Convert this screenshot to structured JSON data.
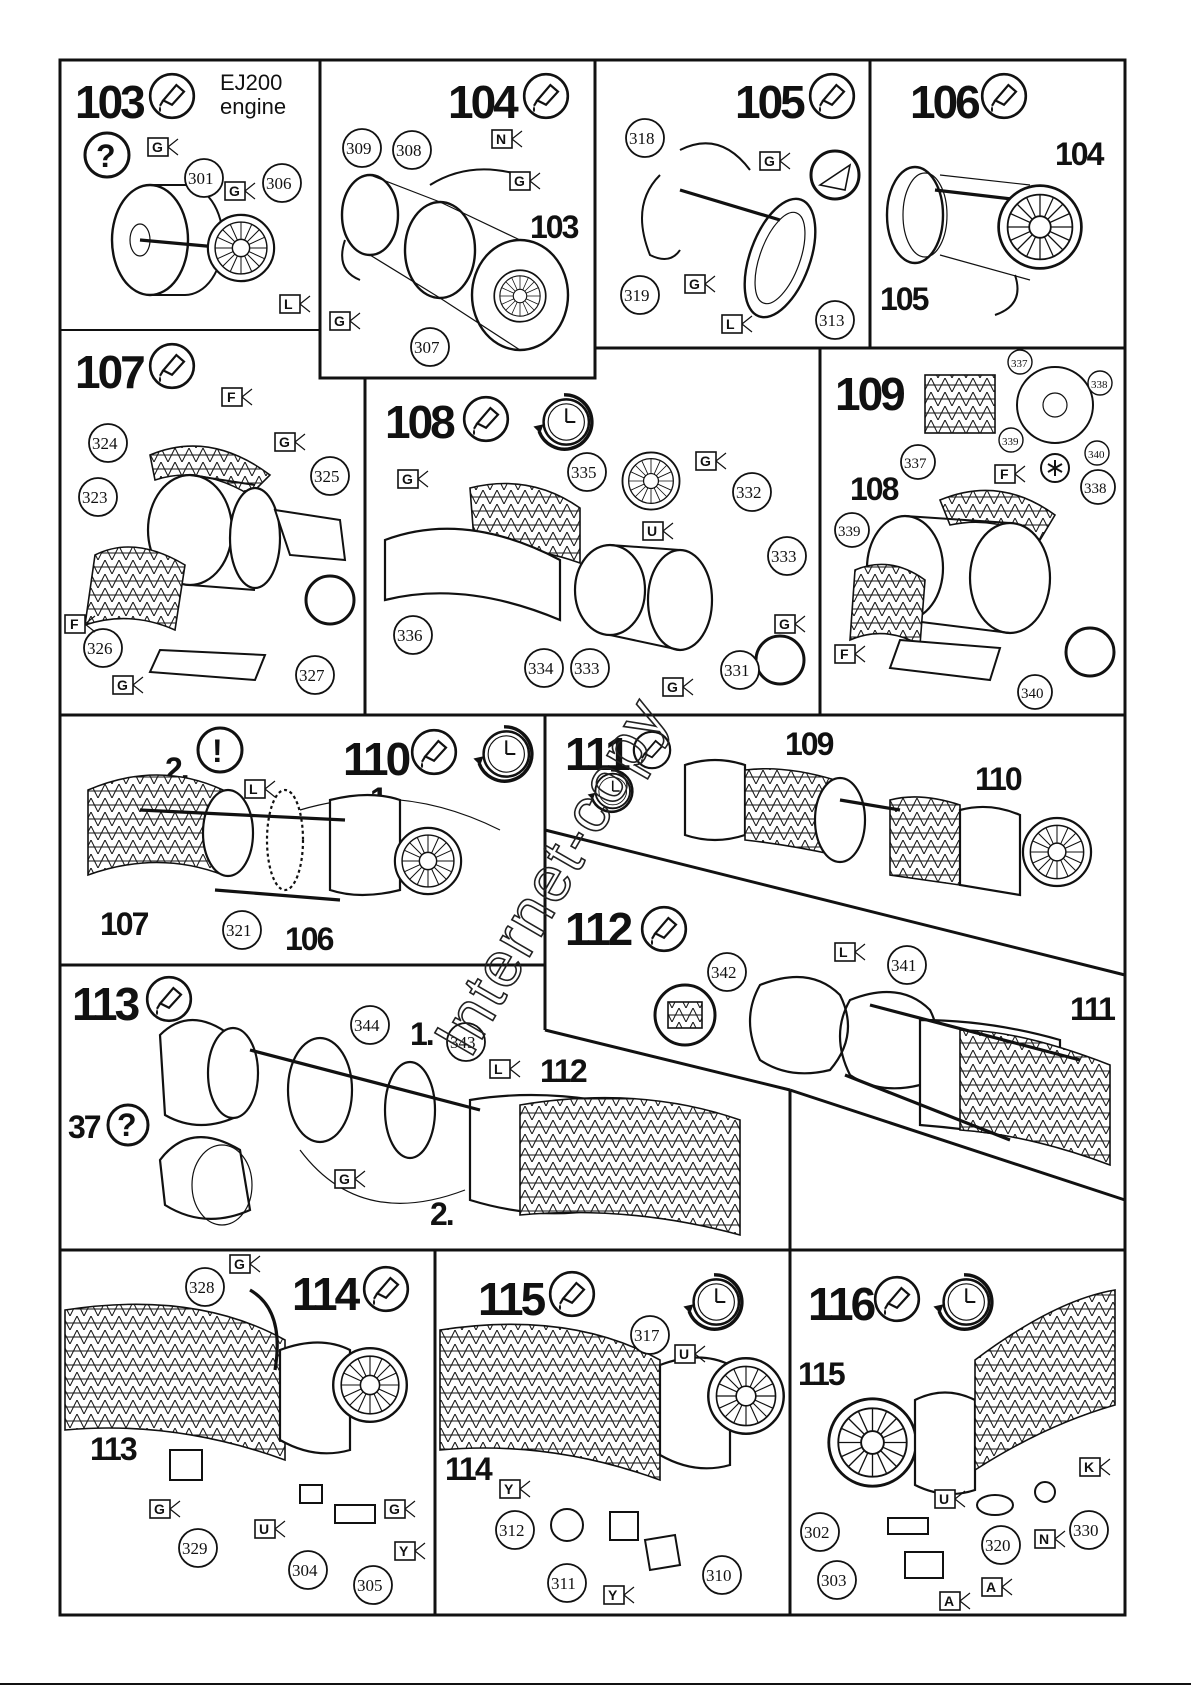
{
  "steps": {
    "s103": {
      "number": "103",
      "title_line1": "EJ200",
      "title_line2": "engine",
      "parts": [
        "301",
        "306"
      ],
      "flags": [
        "G",
        "G",
        "L"
      ]
    },
    "s104": {
      "number": "104",
      "parts": [
        "309",
        "308",
        "307"
      ],
      "refs": [
        "103"
      ],
      "flags": [
        "N",
        "G",
        "G"
      ]
    },
    "s105": {
      "number": "105",
      "parts": [
        "318",
        "319",
        "313"
      ],
      "flags": [
        "G",
        "G",
        "L"
      ]
    },
    "s106": {
      "number": "106",
      "refs": [
        "104",
        "105"
      ]
    },
    "s107": {
      "number": "107",
      "parts": [
        "324",
        "323",
        "325",
        "326",
        "327"
      ],
      "flags": [
        "F",
        "G",
        "F",
        "G"
      ]
    },
    "s108": {
      "number": "108",
      "parts": [
        "335",
        "332",
        "333",
        "336",
        "334",
        "333",
        "331"
      ],
      "flags": [
        "G",
        "G",
        "U",
        "G",
        "G"
      ]
    },
    "s109": {
      "number": "109",
      "refs": [
        "108"
      ],
      "parts": [
        "337",
        "338",
        "339",
        "340",
        "337",
        "338",
        "339",
        "340"
      ],
      "flags": [
        "F",
        "F"
      ]
    },
    "s110": {
      "number": "110",
      "seq": [
        "2.",
        "1."
      ],
      "refs": [
        "107",
        "106"
      ],
      "parts": [
        "321"
      ],
      "flags": [
        "L"
      ]
    },
    "s111": {
      "number": "111",
      "refs": [
        "109",
        "110"
      ]
    },
    "s112": {
      "number": "112",
      "parts": [
        "342",
        "341"
      ],
      "refs": [
        "111"
      ],
      "flags": [
        "L"
      ]
    },
    "s113": {
      "number": "113",
      "seq": [
        "1.",
        "2."
      ],
      "parts": [
        "344",
        "343"
      ],
      "refs": [
        "112",
        "37"
      ],
      "flags": [
        "L",
        "G"
      ]
    },
    "s114": {
      "number": "114",
      "refs": [
        "113"
      ],
      "parts": [
        "328",
        "329",
        "304",
        "305"
      ],
      "flags": [
        "G",
        "G",
        "U",
        "G",
        "Y"
      ]
    },
    "s115": {
      "number": "115",
      "refs": [
        "114"
      ],
      "parts": [
        "317",
        "312",
        "311",
        "310"
      ],
      "flags": [
        "U",
        "Y",
        "Y"
      ]
    },
    "s116": {
      "number": "116",
      "refs": [
        "115"
      ],
      "parts": [
        "302",
        "303",
        "320",
        "330"
      ],
      "flags": [
        "U",
        "K",
        "N",
        "A",
        "A"
      ]
    }
  },
  "watermark": "Internet-copy",
  "icons": {
    "glue": "glue-tube-icon",
    "clock": "drying-clock-icon",
    "question": "question-circle-icon",
    "attention": "exclamation-circle-icon",
    "paint": "paint-asterisk-icon"
  }
}
